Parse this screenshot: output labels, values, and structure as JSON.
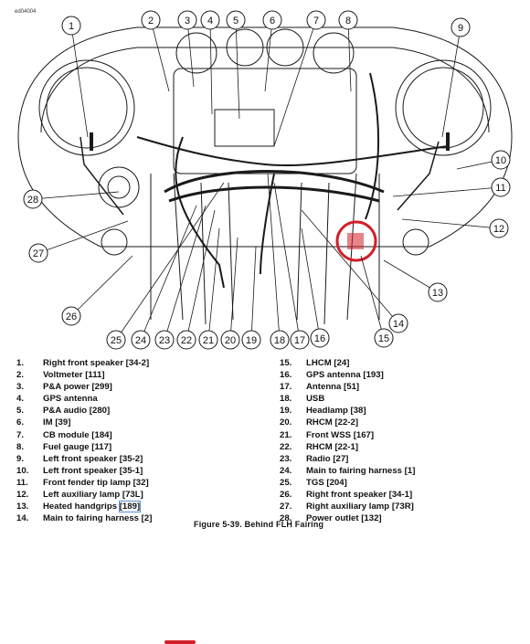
{
  "figure": {
    "id_code": "ed04004",
    "callouts": [
      "1",
      "2",
      "3",
      "4",
      "5",
      "6",
      "7",
      "8",
      "9",
      "10",
      "11",
      "12",
      "13",
      "14",
      "15",
      "16",
      "17",
      "18",
      "19",
      "20",
      "21",
      "22",
      "23",
      "24",
      "25",
      "26",
      "27",
      "28"
    ]
  },
  "legend_left": [
    {
      "num": "1.",
      "text": "Right front speaker [34-2]"
    },
    {
      "num": "2.",
      "text": "Voltmeter [111]"
    },
    {
      "num": "3.",
      "text": "P&A power [299]"
    },
    {
      "num": "4.",
      "text": "GPS antenna"
    },
    {
      "num": "5.",
      "text": "P&A audio [280]"
    },
    {
      "num": "6.",
      "text": "IM [39]"
    },
    {
      "num": "7.",
      "text": "CB module [184]"
    },
    {
      "num": "8.",
      "text": "Fuel gauge [117]"
    },
    {
      "num": "9.",
      "text": "Left front speaker [35-2]"
    },
    {
      "num": "10.",
      "text": "Left front speaker [35-1]"
    },
    {
      "num": "11.",
      "text": "Front fender tip lamp [32]"
    },
    {
      "num": "12.",
      "text": "Left auxiliary lamp [73L]"
    },
    {
      "num": "13.",
      "text": "Heated handgrips ",
      "ref": "[189]"
    },
    {
      "num": "14.",
      "text": "Main to fairing harness [2]"
    }
  ],
  "legend_right": [
    {
      "num": "15.",
      "text": "LHCM [24]"
    },
    {
      "num": "16.",
      "text": "GPS antenna [193]"
    },
    {
      "num": "17.",
      "text": "Antenna [51]"
    },
    {
      "num": "18.",
      "text": "USB"
    },
    {
      "num": "19.",
      "text": "Headlamp [38]"
    },
    {
      "num": "20.",
      "text": "RHCM [22-2]"
    },
    {
      "num": "21.",
      "text": "Front WSS [167]"
    },
    {
      "num": "22.",
      "text": "RHCM [22-1]"
    },
    {
      "num": "23.",
      "text": "Radio [27]"
    },
    {
      "num": "24.",
      "text": "Main to fairing harness [1]"
    },
    {
      "num": "25.",
      "text": "TGS [204]"
    },
    {
      "num": "26.",
      "text": "Right front speaker [34-1]"
    },
    {
      "num": "27.",
      "text": "Right auxiliary lamp [73R]"
    },
    {
      "num": "28.",
      "text": "Power outlet [132]"
    }
  ],
  "caption": "Figure 5-39. Behind FLH Fairing",
  "colors": {
    "highlight": "#d11f2a",
    "ink": "#1a1a1a",
    "ref_box": "#5a8fd8"
  }
}
